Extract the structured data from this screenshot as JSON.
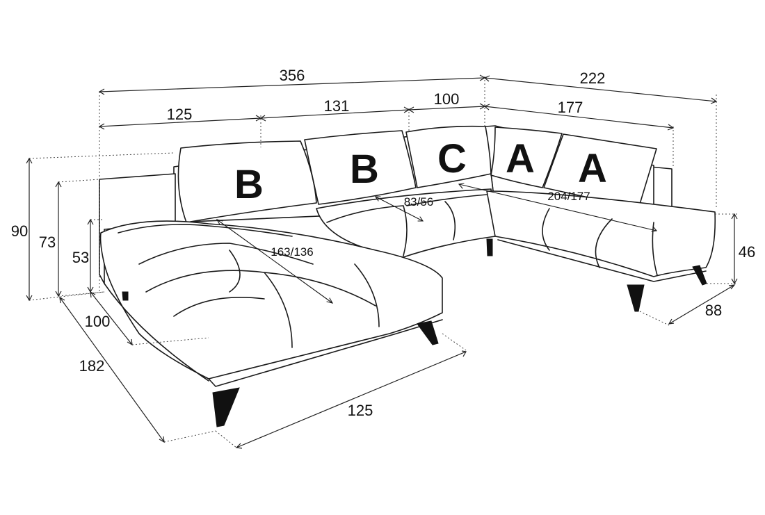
{
  "dimensions": {
    "total_width": "356",
    "right_depth": "222",
    "segment_left": "125",
    "segment_middle": "131",
    "segment_corner": "100",
    "segment_right": "177",
    "height_back": "90",
    "height_armrest": "73",
    "height_seat_left": "53",
    "height_seat_right": "46",
    "depth_seat_left": "100",
    "depth_chaise": "182",
    "chaise_width": "125",
    "depth_right": "88"
  },
  "inner_measures": {
    "chaise_length": "163/136",
    "middle_depth": "83/56",
    "right_length": "204/177"
  },
  "cushions": [
    "B",
    "B",
    "C",
    "A",
    "A"
  ]
}
